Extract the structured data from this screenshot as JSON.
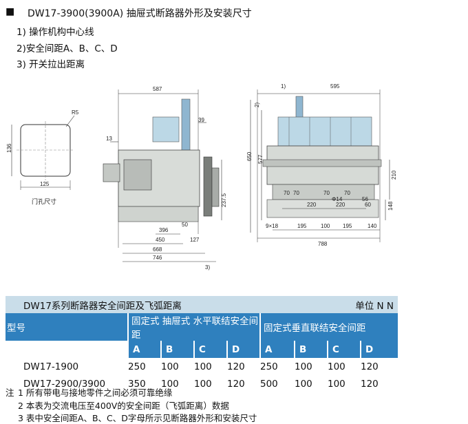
{
  "header": {
    "bullet": "■",
    "title": "DW17-3900(3900A) 抽屉式断路器外形及安装尺寸",
    "items": [
      "1) 操作机构中心线",
      "2)安全间距A、B、C、D",
      "3) 开关拉出距离"
    ]
  },
  "door_hole": {
    "radius_label": "R5",
    "height_label": "136",
    "width_label": "125",
    "caption": "门孔尺寸"
  },
  "side_view": {
    "dims": {
      "d587": "587",
      "d39": "39",
      "d13": "13",
      "d237": "237.5",
      "d396": "396",
      "d50": "50",
      "d450": "450",
      "d127": "127",
      "d668": "668",
      "d746": "746",
      "mark3": "3)"
    }
  },
  "front_view": {
    "dims": {
      "mark1": "1)",
      "d595": "595",
      "mark2": "2)",
      "d650": "650",
      "d577": "577",
      "d210": "210",
      "d70a": "70",
      "d70b": "70",
      "d70c": "70",
      "d70d": "70",
      "d14": "Φ14",
      "d56": "56",
      "d220a": "220",
      "d220b": "220",
      "d60": "60",
      "d148": "148",
      "d9x18": "9×18",
      "d195a": "195",
      "d100a": "100",
      "d195b": "195",
      "d140": "140",
      "d788": "788"
    }
  },
  "table": {
    "title": "DW17系列断路器安全间距及飞弧距离",
    "unit": "单位  N N",
    "model_header": "型号",
    "group1": "固定式 抽屉式 水平联结安全间距",
    "group2": "固定式垂直联结安全间距",
    "letters": [
      "A",
      "B",
      "C",
      "D",
      "A",
      "B",
      "C",
      "D"
    ],
    "rows": [
      {
        "model": "DW17-1900",
        "values": [
          "250",
          "100",
          "100",
          "120",
          "250",
          "100",
          "100",
          "120"
        ]
      },
      {
        "model": "DW17-2900/3900",
        "values": [
          "350",
          "100",
          "100",
          "120",
          "500",
          "100",
          "100",
          "120"
        ]
      }
    ]
  },
  "notes": {
    "prefix": "注",
    "n1": "1  所有带电与接地零件之间必须可靠绝缘",
    "n2": "2  本表为交流电压至400V的安全间距（飞弧距离）数据",
    "n3": "3  表中安全间距A、B、C、D字母所示见断路器外形和安装尺寸"
  }
}
